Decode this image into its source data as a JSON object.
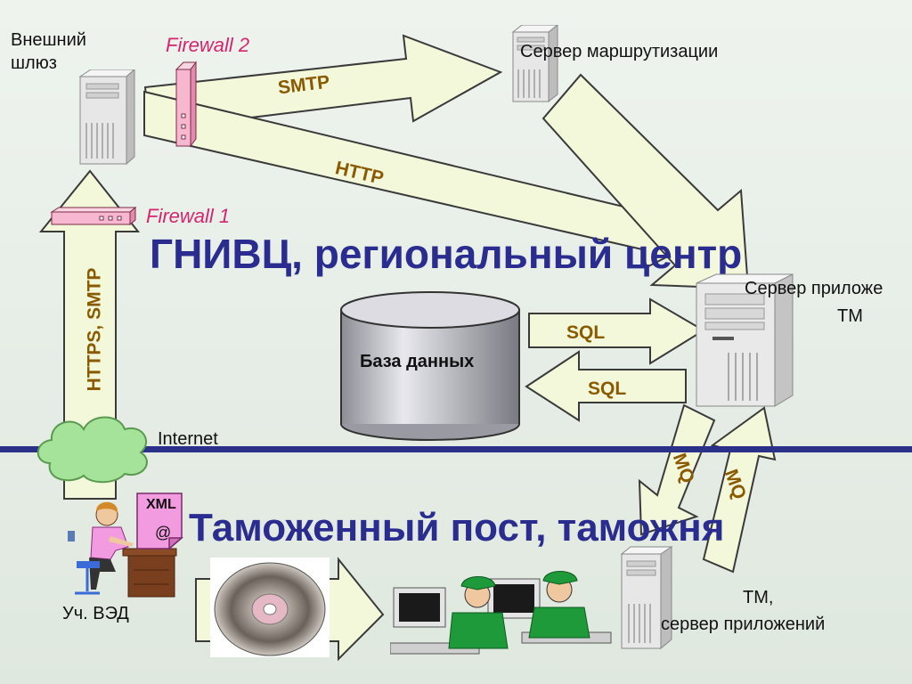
{
  "labels": {
    "external_gateway_line1": "Внешний",
    "external_gateway_line2": "шлюз",
    "firewall2": "Firewall 2",
    "firewall1": "Firewall 1",
    "routing_server": "Сервер маршрутизации",
    "region_title": "ГНИВЦ, региональный центр",
    "app_server_tm_line1": "Сервер приложе",
    "app_server_tm_line2": "ТМ",
    "database": "База данных",
    "internet": "Internet",
    "customs_title": "Таможенный пост, таможня",
    "ved_participant": "Уч. ВЭД",
    "xml_doc": "XML",
    "at_sign": "@",
    "tm_line1": "ТМ,",
    "tm_line2": "сервер приложений"
  },
  "protocols": {
    "smtp": "SMTP",
    "http": "HTTP",
    "https_smtp": "HTTPS, SMTP",
    "sql_out": "SQL",
    "sql_in": "SQL",
    "mq_down": "MQ",
    "mq_up": "MQ"
  },
  "colors": {
    "arrow_fill": "#f2f8d9",
    "arrow_stroke": "#3a3a3a",
    "title_blue": "#2a2d8f",
    "divider": "#2b3089",
    "firewall": "#f7b8cf",
    "firewall_text": "#d6246e",
    "protocol_text": "#8a5a00",
    "cloud": "#a6e39a",
    "db_body": "#c9c9cf",
    "operator_green": "#1f9a3a"
  }
}
